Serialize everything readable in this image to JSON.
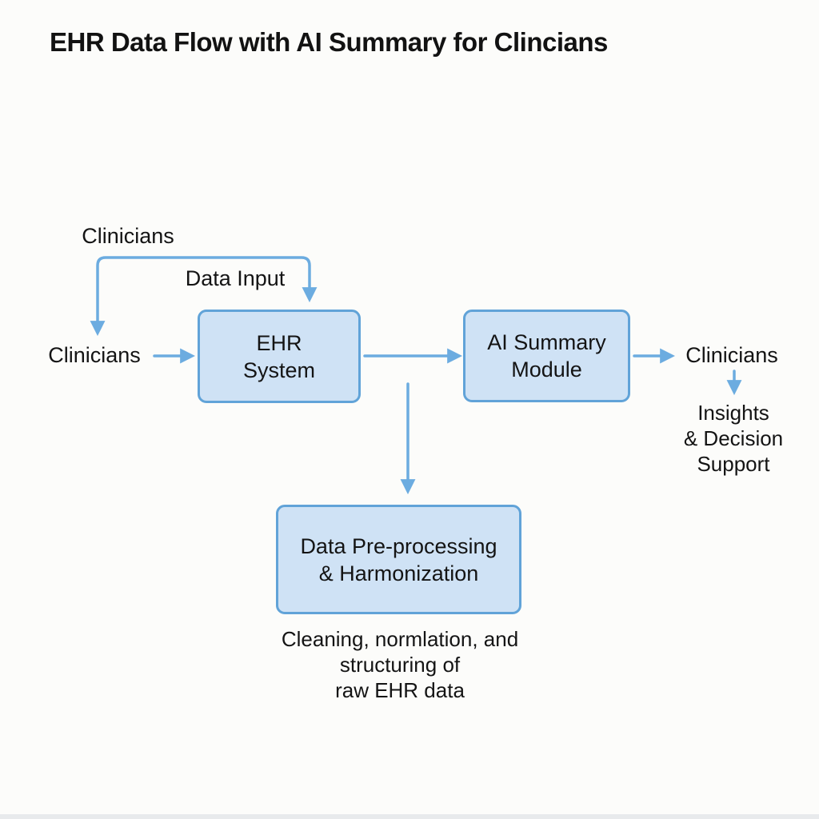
{
  "title": "EHR Data Flow with AI Summary for Clincians",
  "colors": {
    "background": "#fcfcfa",
    "box_fill": "#cfe2f5",
    "box_border": "#61a3d8",
    "arrow": "#6cace0",
    "text": "#141414"
  },
  "labels": {
    "clinicians_top": "Clinicians",
    "data_input": "Data Input",
    "clinicians_left": "Clinicians",
    "clinicians_right": "Clinicians"
  },
  "nodes": {
    "ehr": {
      "line1": "EHR",
      "line2": "System"
    },
    "ai": {
      "line1": "AI Summary",
      "line2": "Module"
    },
    "prep": {
      "line1": "Data Pre-processing",
      "line2": "& Harmonization"
    }
  },
  "outputs": {
    "line1": "Insights",
    "line2": "& Decision",
    "line3": "Support"
  },
  "caption": {
    "line1": "Cleaning, normlation, and",
    "line2": "structuring of",
    "line3": "raw EHR data"
  }
}
